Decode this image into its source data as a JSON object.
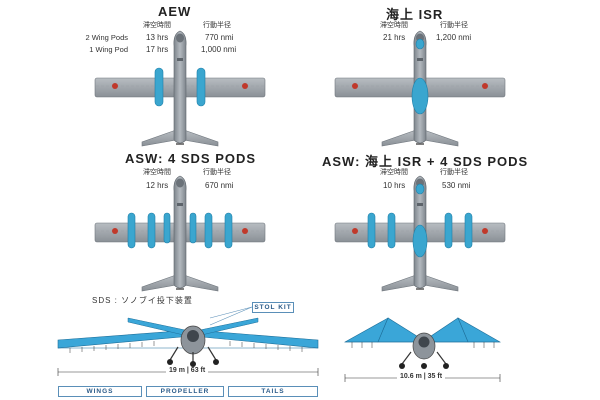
{
  "panels": [
    {
      "title": "AEW",
      "headers": {
        "endurance": "滞空時間",
        "radius": "行動半径"
      },
      "rows": [
        {
          "label": "2 Wing Pods",
          "endurance": "13 hrs",
          "radius": "770 nmi"
        },
        {
          "label": "1 Wing Pod",
          "endurance": "17 hrs",
          "radius": "1,000 nmi"
        }
      ]
    },
    {
      "title": "海上 ISR",
      "headers": {
        "endurance": "滞空時間",
        "radius": "行動半径"
      },
      "rows": [
        {
          "endurance": "21 hrs",
          "radius": "1,200 nmi"
        }
      ]
    },
    {
      "title": "ASW: 4 SDS PODS",
      "headers": {
        "endurance": "滞空時間",
        "radius": "行動半径"
      },
      "rows": [
        {
          "endurance": "12 hrs",
          "radius": "670 nmi"
        }
      ]
    },
    {
      "title": "ASW: 海上 ISR + 4 SDS PODS",
      "headers": {
        "endurance": "滞空時間",
        "radius": "行動半径"
      },
      "rows": [
        {
          "endurance": "10 hrs",
          "radius": "530 nmi"
        }
      ]
    }
  ],
  "sds_legend": "SDS : ソノブイ投下装置",
  "stol_kit_label": "STOL KIT",
  "span_label": "19 m | 63 ft",
  "folded_span_label": "10.6 m | 35 ft",
  "modules": [
    "WINGS",
    "PROPELLER",
    "TAILS"
  ],
  "colors": {
    "airframe": "#8f969d",
    "pod": "#3aa6cf",
    "wing_edge": "#3aa0d8",
    "insignia": "#c0392b"
  }
}
